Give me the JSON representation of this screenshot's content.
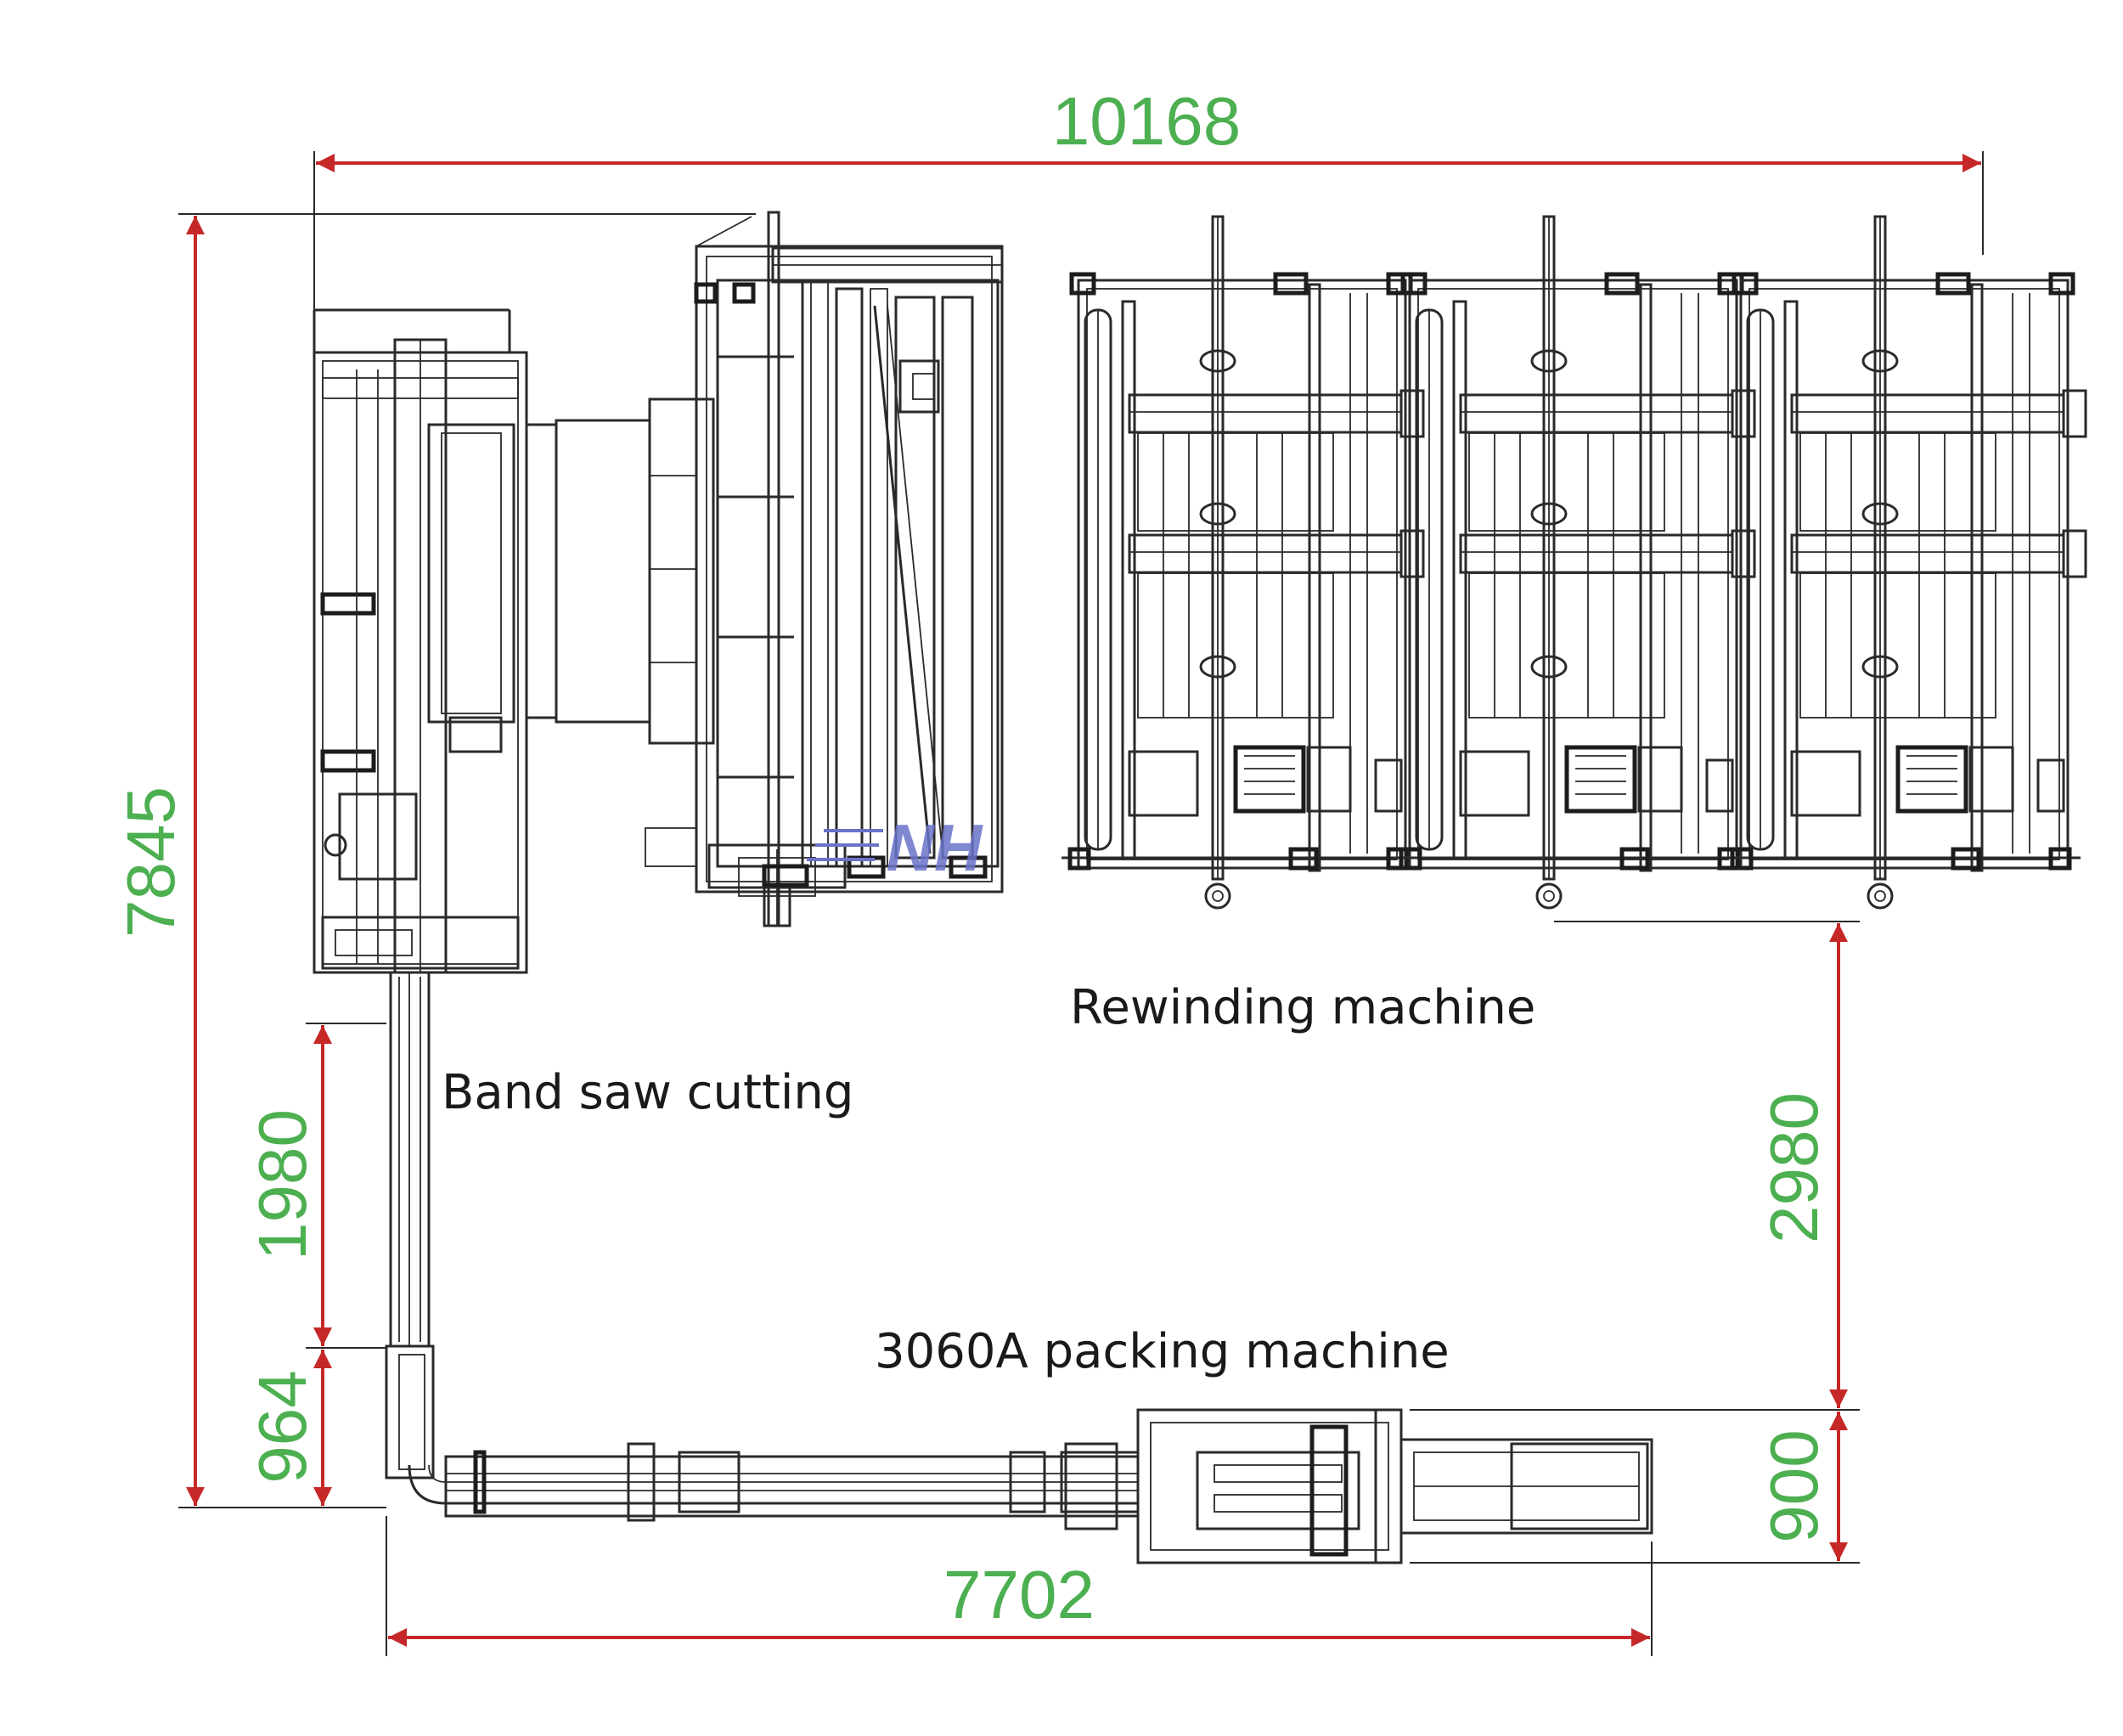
{
  "drawing": {
    "labels": {
      "band_saw": "Band saw cutting",
      "rewinding": "Rewinding machine",
      "packing": "3060A packing  machine"
    },
    "dimensions": {
      "overall_width": "10168",
      "overall_height": "7845",
      "band_saw_gap": "1980",
      "conveyor_offset": "964",
      "rewinder_to_packer": "2980",
      "packer_width": "900",
      "conveyor_length": "7702"
    },
    "logo_text": "NH",
    "colors": {
      "dimension": "#4caf50",
      "arrow": "#c62828",
      "line": "#2a2a2a",
      "text": "#1a1a1a",
      "logo": "#6b73c9"
    }
  }
}
